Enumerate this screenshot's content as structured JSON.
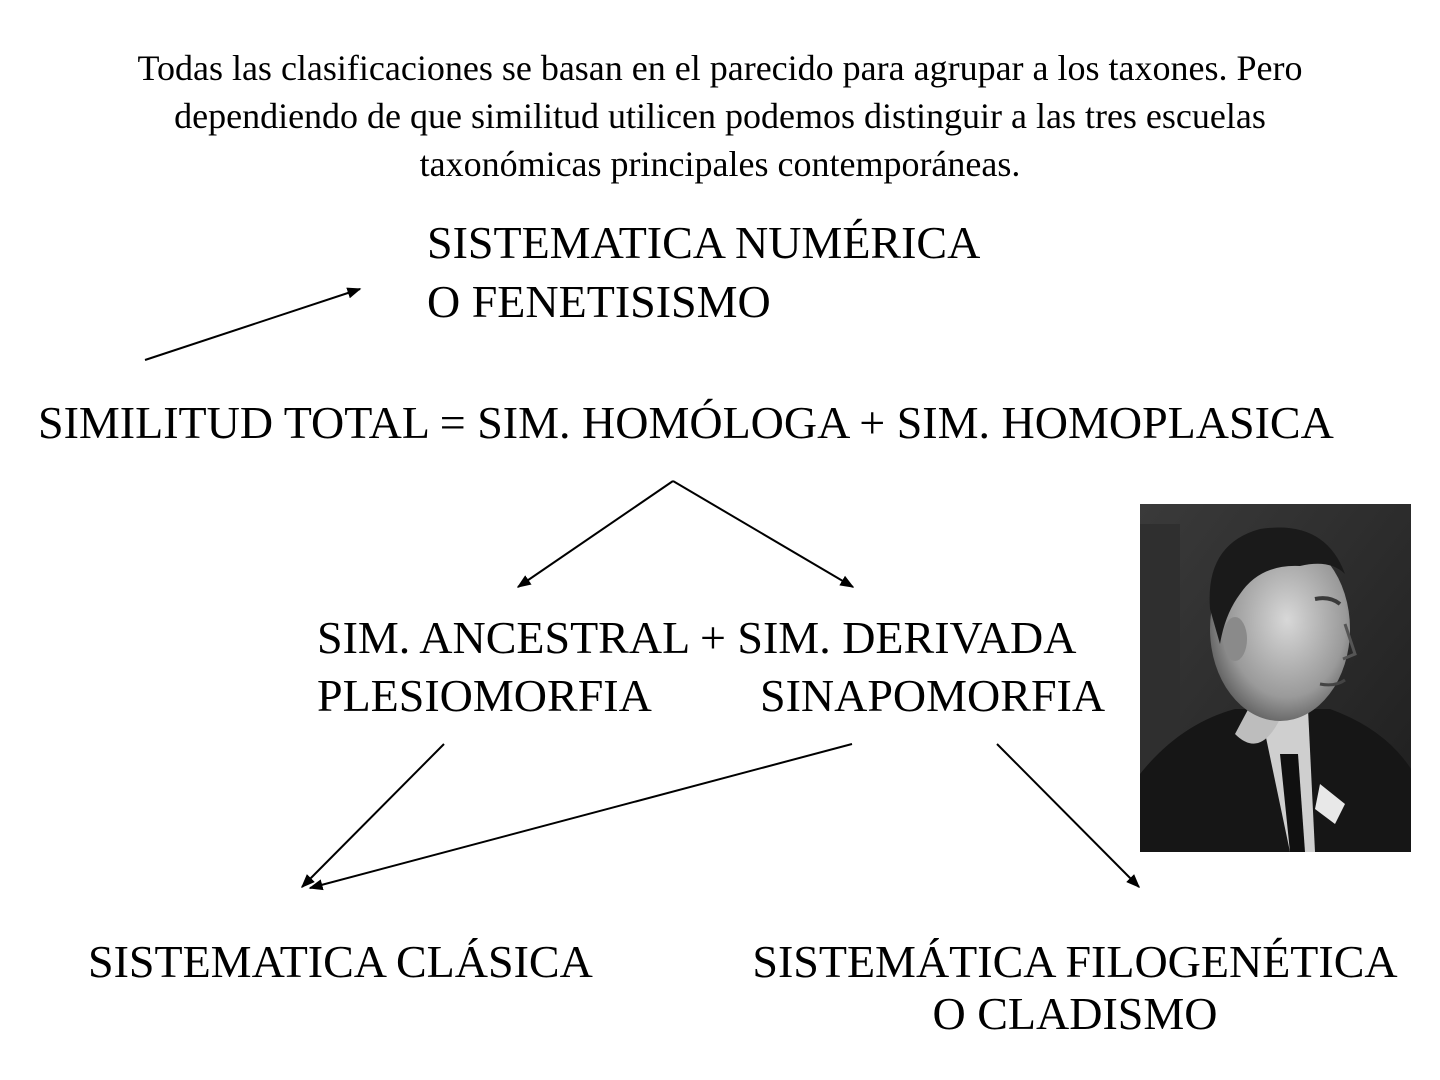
{
  "intro": {
    "line1": "Todas las clasificaciones se basan en el parecido para agrupar a los taxones. Pero",
    "line2": "dependiendo de que similitud utilicen podemos distinguir a las tres escuelas",
    "line3": "taxonómicas principales contemporáneas."
  },
  "nodes": {
    "numerica_line1": "SISTEMATICA NUMÉRICA",
    "numerica_line2": "O FENETISISMO",
    "total": "SIMILITUD TOTAL = SIM. HOMÓLOGA + SIM. HOMOPLASICA",
    "ancestral_derivada": "SIM. ANCESTRAL + SIM. DERIVADA",
    "plesiomorfia": "PLESIOMORFIA",
    "sinapomorfia": "SINAPOMORFIA",
    "clasica": "SISTEMATICA CLÁSICA",
    "filogenetica_line1": "SISTEMÁTICA FILOGENÉTICA",
    "filogenetica_line2": "O CLADISMO"
  },
  "colors": {
    "text": "#000000",
    "background": "#ffffff"
  }
}
